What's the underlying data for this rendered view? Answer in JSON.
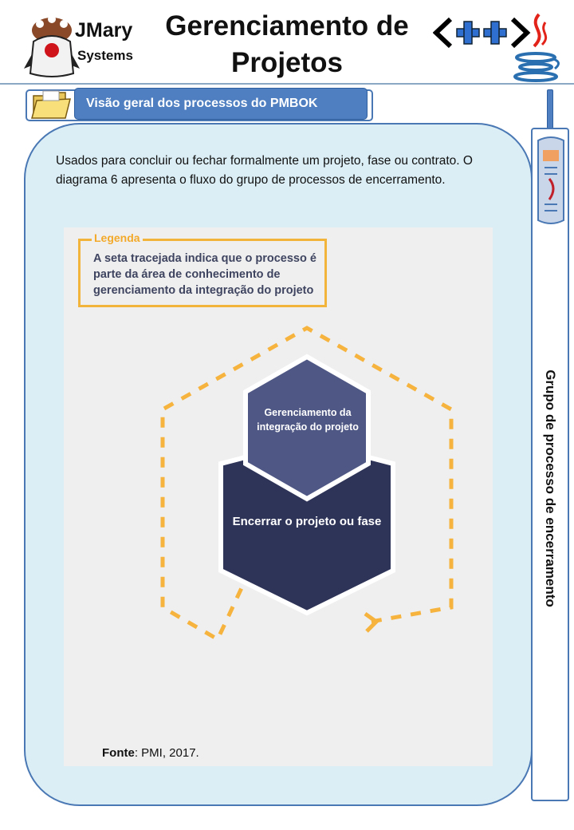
{
  "header": {
    "title": "Gerenciamento de Projetos",
    "logo": {
      "line1": "JMary",
      "line2": "Systems"
    },
    "icons": [
      "duke-mascot-icon",
      "cpp-plus-plus-icon",
      "java-cup-icon"
    ]
  },
  "section": {
    "tab_title": "Visão geral dos processos do PMBOK",
    "tab_icon": "folder-icon"
  },
  "content": {
    "intro": "Usados para concluir ou fechar formalmente um projeto, fase ou contrato. O diagrama 6 apresenta o fluxo do grupo de processos de encerramento.",
    "figure": {
      "legend_title": "Legenda",
      "legend_text": "A seta tracejada indica que o processo é parte da área de conhecimento de gerenciamento da integração do projeto",
      "top_process": "Gerenciamento da integração do projeto",
      "main_process": "Encerrar o projeto ou fase",
      "source_label": "Fonte",
      "source_text": ": PMI, 2017."
    }
  },
  "sidebar": {
    "label": "Grupo de processo de encerramento",
    "icon": "newspaper-icon"
  },
  "colors": {
    "accent_blue": "#4f7fc0",
    "panel_bg": "#dbeef5",
    "legend_orange": "#f3b43b",
    "hex_top": "#4f5784",
    "hex_main": "#2e3358"
  }
}
